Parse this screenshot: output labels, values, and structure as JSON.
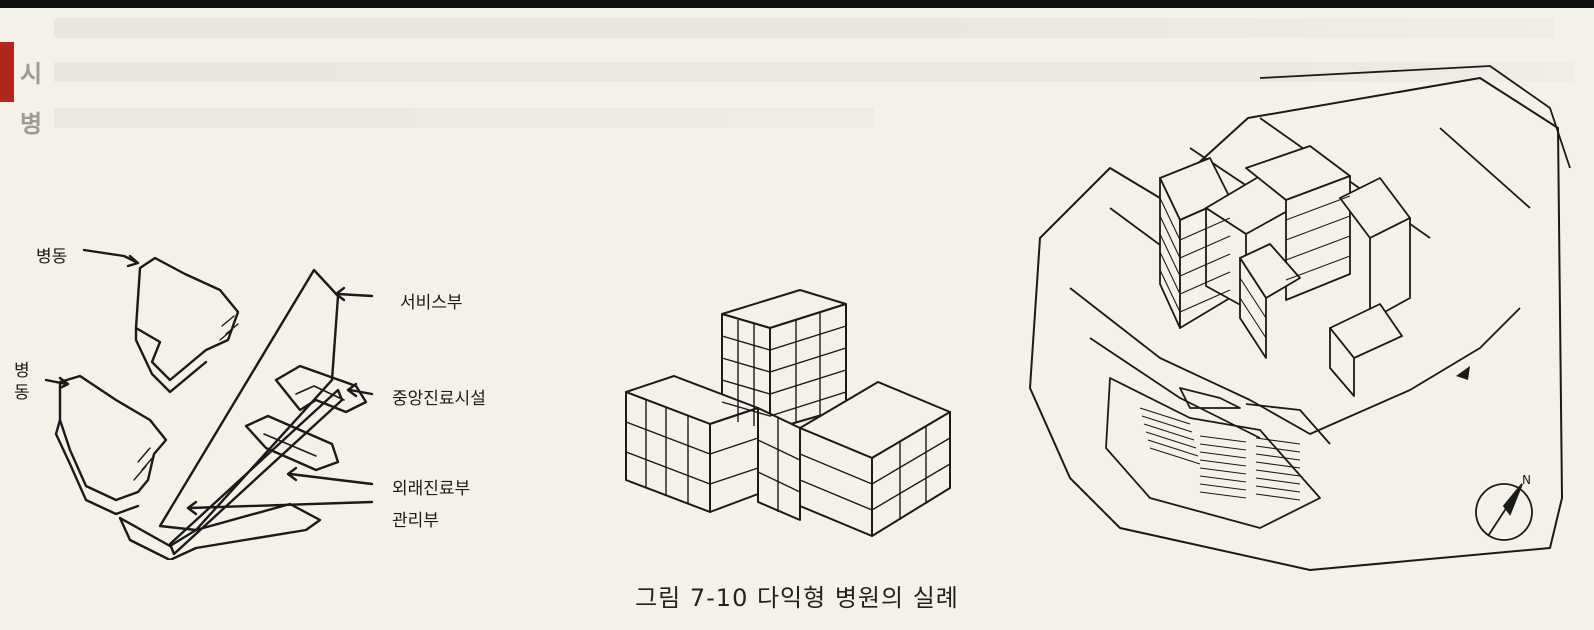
{
  "figure": {
    "caption": "그림 7-10  다익형 병원의 실례",
    "labels": {
      "ward_top": "병동",
      "ward_bottom_line1": "병",
      "ward_bottom_line2": "동",
      "service": "서비스부",
      "central_medical": "중앙진료시설",
      "outpatient": "외래진료부",
      "administration": "관리부"
    }
  },
  "background_text": {
    "visible_glyphs": [
      "시",
      "병"
    ]
  },
  "colors": {
    "paper": "#f4f1e8",
    "ink": "#1a1a1a",
    "accent_tab": "#b3261e"
  }
}
